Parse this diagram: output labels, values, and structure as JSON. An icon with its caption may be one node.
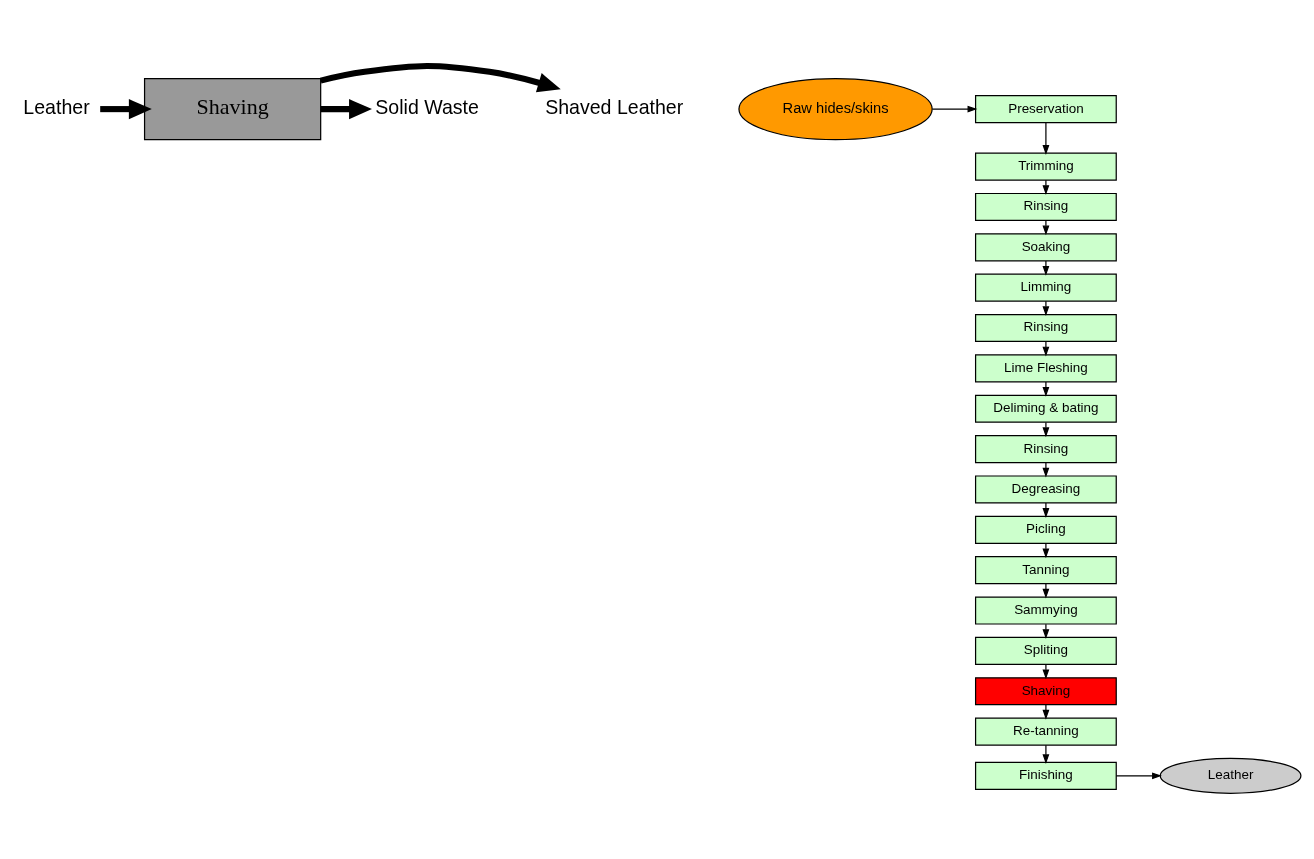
{
  "diagram": {
    "nodes": [
      {
        "text": [
          "Leather"
        ]
      },
      {
        "text": [
          "Shaving"
        ]
      },
      {
        "text": [
          "Shaved Leather"
        ]
      },
      {
        "text": [
          "Solid Waste"
        ]
      },
      {
        "text": [
          "Raw hides/skins"
        ]
      },
      {
        "text": [
          "Preservation"
        ]
      },
      {
        "text": [
          "Trimming"
        ]
      },
      {
        "text": [
          "Rinsing"
        ]
      },
      {
        "text": [
          "Soaking"
        ]
      },
      {
        "text": [
          "Limming"
        ]
      },
      {
        "text": [
          "Rinsing"
        ]
      },
      {
        "text": [
          "Lime Fleshing"
        ]
      },
      {
        "text": [
          "Deliming & bating"
        ]
      },
      {
        "text": [
          "Rinsing"
        ]
      },
      {
        "text": [
          "Degreasing"
        ]
      },
      {
        "text": [
          "Picling"
        ]
      },
      {
        "text": [
          "Tanning"
        ]
      },
      {
        "text": [
          "Sammying"
        ]
      },
      {
        "text": [
          "Spliting"
        ]
      },
      {
        "text": [
          "Shaving"
        ]
      },
      {
        "text": [
          "Re-tanning"
        ]
      },
      {
        "text": [
          "Finishing"
        ]
      },
      {
        "text": [
          "Leather"
        ]
      }
    ],
    "edges": [
      {
        "from": 0,
        "to": 1,
        "arrow": "to",
        "style": "thick"
      },
      {
        "from": 1,
        "to": 2,
        "arrow": "to",
        "style": "thick"
      },
      {
        "from": 1,
        "to": 3,
        "arrow": "to",
        "style": "thick"
      },
      {
        "from": 4,
        "to": 5,
        "arrow": "to"
      },
      {
        "from": 5,
        "to": 6,
        "arrow": "to"
      },
      {
        "from": 6,
        "to": 7,
        "arrow": "to"
      },
      {
        "from": 7,
        "to": 8,
        "arrow": "to"
      },
      {
        "from": 8,
        "to": 9,
        "arrow": "to"
      },
      {
        "from": 9,
        "to": 10,
        "arrow": "to"
      },
      {
        "from": 10,
        "to": 11,
        "arrow": "to"
      },
      {
        "from": 11,
        "to": 12,
        "arrow": "to"
      },
      {
        "from": 12,
        "to": 13,
        "arrow": "to"
      },
      {
        "from": 13,
        "to": 14,
        "arrow": "to"
      },
      {
        "from": 14,
        "to": 15,
        "arrow": "to"
      },
      {
        "from": 15,
        "to": 16,
        "arrow": "to"
      },
      {
        "from": 16,
        "to": 17,
        "arrow": "to"
      },
      {
        "from": 17,
        "to": 18,
        "arrow": "to"
      },
      {
        "from": 18,
        "to": 19,
        "arrow": "to"
      },
      {
        "from": 19,
        "to": 20,
        "arrow": "to"
      },
      {
        "from": 20,
        "to": 21,
        "arrow": "to"
      },
      {
        "from": 21,
        "to": 22,
        "arrow": "to"
      }
    ]
  }
}
